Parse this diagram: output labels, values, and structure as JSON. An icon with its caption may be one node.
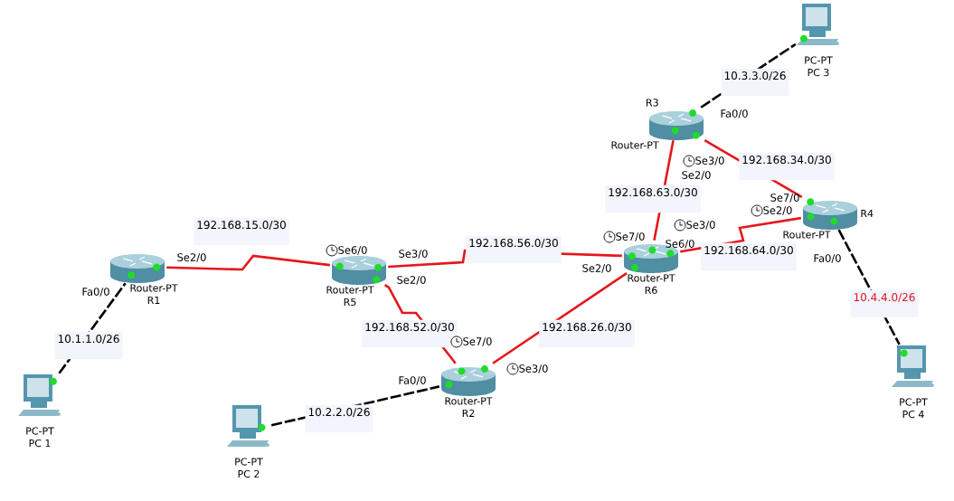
{
  "diagram": {
    "nodes": [
      {
        "text": [
          "PC-PT",
          "PC 3"
        ]
      },
      {
        "text": [
          "R3",
          "Router-PT"
        ]
      },
      {
        "text": [
          "Router-PT",
          "R4"
        ]
      },
      {
        "text": [
          "Router-PT",
          "R1"
        ]
      },
      {
        "text": [
          "Router-PT",
          "R5"
        ]
      },
      {
        "text": [
          "Router-PT",
          "R6"
        ]
      },
      {
        "text": [
          "Router-PT",
          "R2"
        ]
      },
      {
        "text": [
          "PC-PT",
          "PC 1"
        ]
      },
      {
        "text": [
          "PC-PT",
          "PC 2"
        ]
      },
      {
        "text": [
          "PC-PT",
          "PC 4"
        ]
      }
    ],
    "edges": [
      {
        "from": 7,
        "to": 3,
        "arrow": "none",
        "label": "10.1.1.0/26",
        "style": "dashed",
        "color": "#000000"
      },
      {
        "from": 3,
        "to": 4,
        "arrow": "none",
        "label": "192.168.15.0/30"
      },
      {
        "from": 4,
        "to": 5,
        "arrow": "none",
        "label": "192.168.56.0/30"
      },
      {
        "from": 4,
        "to": 6,
        "arrow": "none",
        "label": "192.168.52.0/30"
      },
      {
        "from": 8,
        "to": 6,
        "arrow": "none",
        "label": "10.2.2.0/26",
        "style": "dashed",
        "color": "#000000"
      },
      {
        "from": 6,
        "to": 5,
        "arrow": "none",
        "label": "192.168.26.0/30"
      },
      {
        "from": 1,
        "to": 5,
        "arrow": "none",
        "label": "192.168.63.0/30"
      },
      {
        "from": 1,
        "to": 2,
        "arrow": "none",
        "label": "192.168.34.0/30"
      },
      {
        "from": 5,
        "to": 2,
        "arrow": "none",
        "label": "192.168.64.0/30"
      },
      {
        "from": 1,
        "to": 0,
        "arrow": "none",
        "label": "10.3.3.0/26",
        "style": "dashed",
        "color": "#000000"
      },
      {
        "from": 2,
        "to": 9,
        "arrow": "none",
        "label": "10.4.4.0/26",
        "style": "dashed",
        "color": "#000000"
      }
    ],
    "labels": [
      "Fa0/0",
      "Se3/0",
      "Se2/0",
      "Se7/0",
      "Se2/0",
      "Se3/0",
      "Se7/0",
      "Se6/0",
      "Se6/0",
      "Se3/0",
      "Se2/0",
      "Fa0/0",
      "Se2/0",
      "Se2/0",
      "Fa0/0",
      "Se7/0",
      "Se3/0",
      "Fa0/0"
    ]
  }
}
